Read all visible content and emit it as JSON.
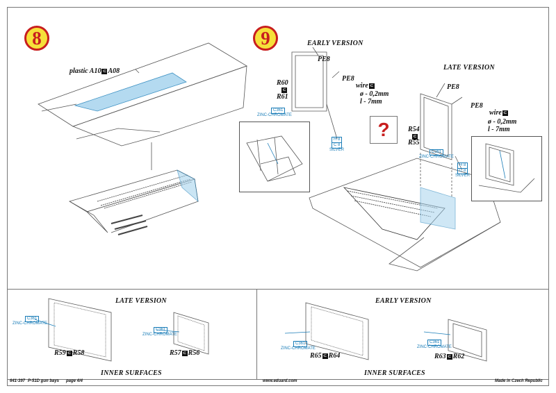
{
  "step8": {
    "number": "8",
    "plastic_label": "plastic A10",
    "plastic_part": "A08"
  },
  "step9": {
    "number": "9",
    "early_version_label": "EARLY VERSION",
    "late_version_label": "LATE VERSION",
    "early": {
      "pe_top": "PE8",
      "pe_right": "PE8",
      "part_a": "R60",
      "part_b": "R61",
      "wire_label": "wire",
      "wire_dia": "ø - 0,2mm",
      "wire_len": "l - 7mm",
      "color_code": "C361",
      "color_name": "ZINC-CHROMATE",
      "color_code_2": "H 8",
      "color_code_3": "C 8",
      "color_name_2": "SILVER"
    },
    "late": {
      "pe_top": "PE8",
      "pe_right": "PE8",
      "part_a": "R54",
      "part_b": "R55",
      "wire_label": "wire",
      "wire_dia": "ø - 0,2mm",
      "wire_len": "l - 7mm",
      "color_code": "C361",
      "color_name": "ZINC-CHROMATE",
      "color_code_2": "H 8",
      "color_code_3": "C 8",
      "color_name_2": "SILVER"
    },
    "question_mark": "?"
  },
  "bottom_left": {
    "title": "LATE VERSION",
    "subtitle": "INNER SURFACES",
    "panel1": {
      "color_code": "C361",
      "color_name": "ZINC-CHROMATE",
      "part_a": "R59",
      "part_b": "R58"
    },
    "panel2": {
      "color_code": "C361",
      "color_name": "ZINC-CHROMATE",
      "part_a": "R57",
      "part_b": "R56"
    }
  },
  "bottom_right": {
    "title": "EARLY VERSION",
    "subtitle": "INNER SURFACES",
    "panel1": {
      "color_code": "C361",
      "color_name": "ZINC-CHROMATE",
      "part_a": "R65",
      "part_b": "R64"
    },
    "panel2": {
      "color_code": "C361",
      "color_name": "ZINC-CHROMATE",
      "part_a": "R63",
      "part_b": "R62"
    }
  },
  "footer": {
    "code": "641-397",
    "title": "P-51D gun bays",
    "page": "page 4/4",
    "url": "www.eduard.com",
    "made_in": "Made in Czech Republic"
  },
  "colors": {
    "accent_blue": "#1a7db8",
    "step_red": "#c81e1e",
    "step_yellow": "#f6e03a",
    "highlight_blue": "#a8d4ee"
  }
}
